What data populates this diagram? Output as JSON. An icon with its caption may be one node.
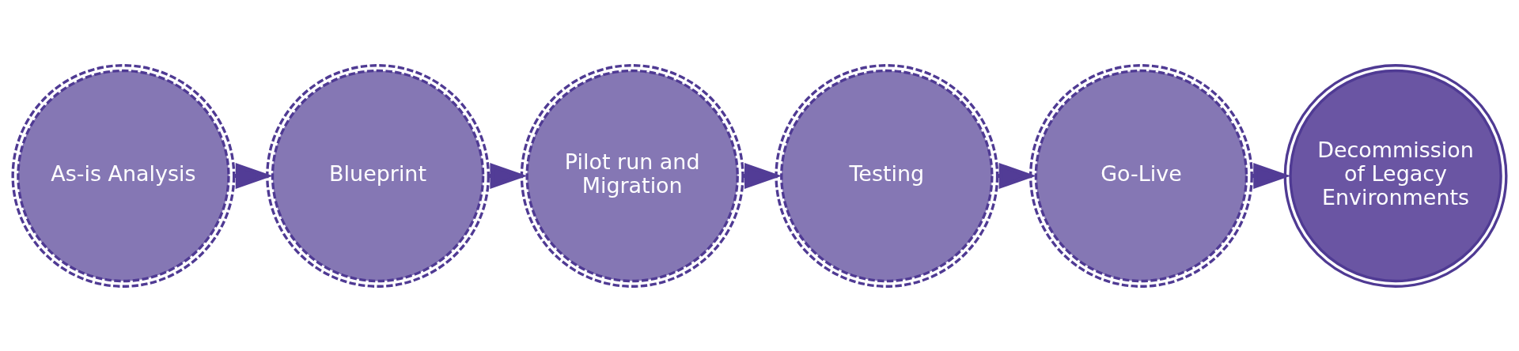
{
  "diagram": {
    "nodes": [
      {
        "text": [
          "As-is Analysis"
        ]
      },
      {
        "text": [
          "Blueprint"
        ]
      },
      {
        "text": [
          "Pilot run and Migration"
        ]
      },
      {
        "text": [
          "Testing"
        ]
      },
      {
        "text": [
          "Go-Live"
        ]
      },
      {
        "text": [
          "Decommission of Legacy Environments"
        ]
      }
    ],
    "edges": [
      {
        "from": 0,
        "to": 1,
        "arrow": "to"
      },
      {
        "from": 1,
        "to": 2,
        "arrow": "to"
      },
      {
        "from": 2,
        "to": 3,
        "arrow": "to"
      },
      {
        "from": 3,
        "to": 4,
        "arrow": "to"
      },
      {
        "from": 4,
        "to": 5,
        "arrow": "to"
      }
    ]
  }
}
